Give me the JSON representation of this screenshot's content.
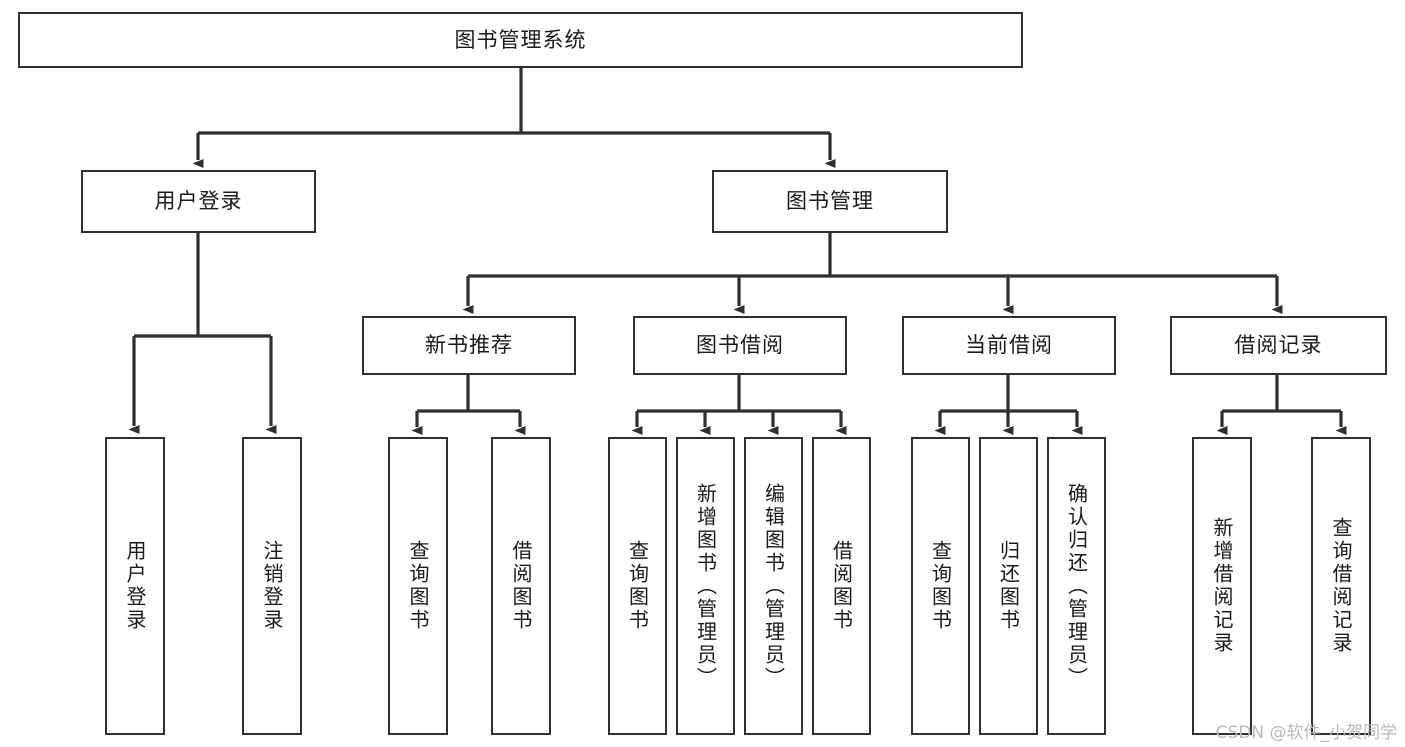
{
  "diagram": {
    "title": "图书管理系统",
    "type": "tree-hierarchy-diagram",
    "colors": {
      "stroke": "#2f2f2f",
      "fill": "#ffffff",
      "text": "#1a1a1a",
      "watermark": "#b9b9b9"
    },
    "nodes": {
      "root": {
        "label": "图书管理系统"
      },
      "level2": {
        "user_login": {
          "label": "用户登录"
        },
        "book_manage": {
          "label": "图书管理"
        }
      },
      "level3": {
        "new_book_recommend": {
          "label": "新书推荐"
        },
        "book_borrow": {
          "label": "图书借阅"
        },
        "current_borrow": {
          "label": "当前借阅"
        },
        "borrow_record": {
          "label": "借阅记录"
        }
      },
      "leaves": {
        "user_login_children": [
          {
            "label": "用户登录"
          },
          {
            "label": "注销登录"
          }
        ],
        "new_book_recommend_children": [
          {
            "label": "查询图书"
          },
          {
            "label": "借阅图书"
          }
        ],
        "book_borrow_children": [
          {
            "label": "查询图书"
          },
          {
            "label": "新增图书（管理员）"
          },
          {
            "label": "编辑图书（管理员）"
          },
          {
            "label": "借阅图书"
          }
        ],
        "current_borrow_children": [
          {
            "label": "查询图书"
          },
          {
            "label": "归还图书"
          },
          {
            "label": "确认归还（管理员）"
          }
        ],
        "borrow_record_children": [
          {
            "label": "新增借阅记录"
          },
          {
            "label": "查询借阅记录"
          }
        ]
      }
    },
    "watermark": "CSDN @软件_小贺同学"
  }
}
